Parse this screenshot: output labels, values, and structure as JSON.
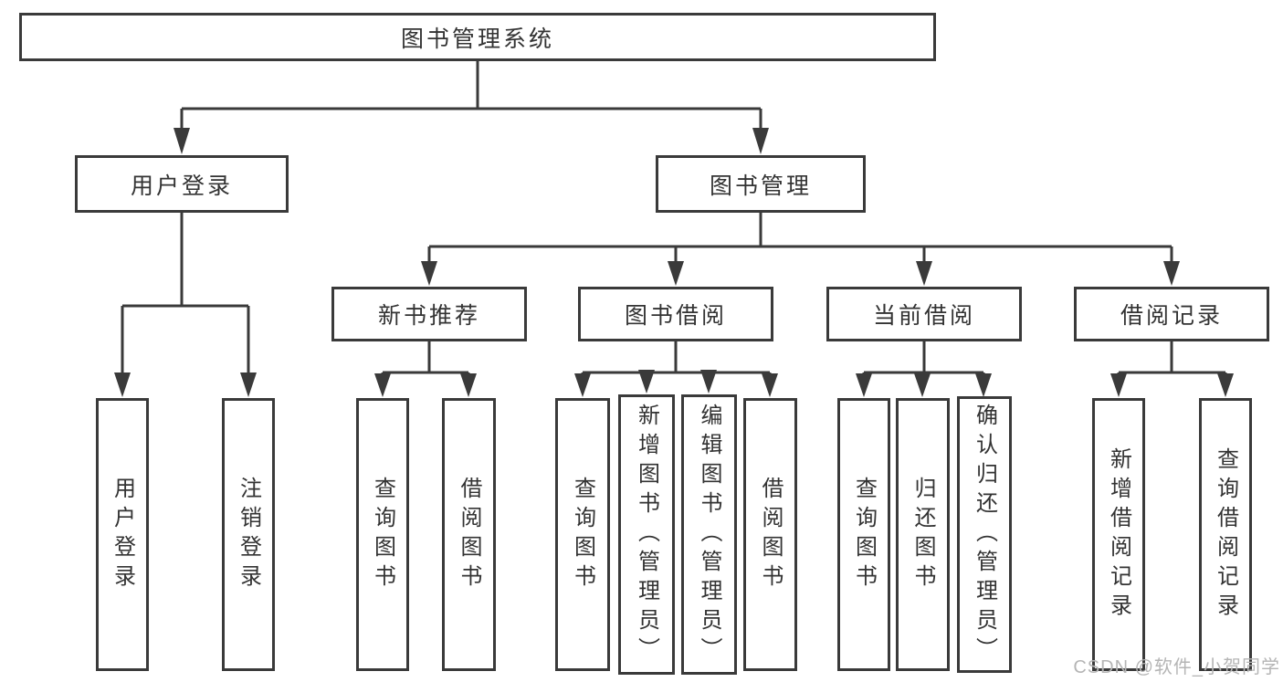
{
  "colors": {
    "line": "#3a3a3a",
    "text": "#333333",
    "watermark": "#b5b5b5"
  },
  "diagram": {
    "root": {
      "label": "图书管理系统"
    },
    "branches": [
      {
        "label": "用户登录",
        "children": [
          {
            "label": "用户登录"
          },
          {
            "label": "注销登录"
          }
        ]
      },
      {
        "label": "图书管理",
        "children": [
          {
            "label": "新书推荐",
            "children": [
              {
                "label": "查询图书"
              },
              {
                "label": "借阅图书"
              }
            ]
          },
          {
            "label": "图书借阅",
            "children": [
              {
                "label": "查询图书"
              },
              {
                "label": "新增图书（管理员）"
              },
              {
                "label": "编辑图书（管理员）"
              },
              {
                "label": "借阅图书"
              }
            ]
          },
          {
            "label": "当前借阅",
            "children": [
              {
                "label": "查询图书"
              },
              {
                "label": "归还图书"
              },
              {
                "label": "确认归还（管理员）"
              }
            ]
          },
          {
            "label": "借阅记录",
            "children": [
              {
                "label": "新增借阅记录"
              },
              {
                "label": "查询借阅记录"
              }
            ]
          }
        ]
      }
    ]
  },
  "watermark": {
    "text": "CSDN @软件_小贺同学"
  }
}
